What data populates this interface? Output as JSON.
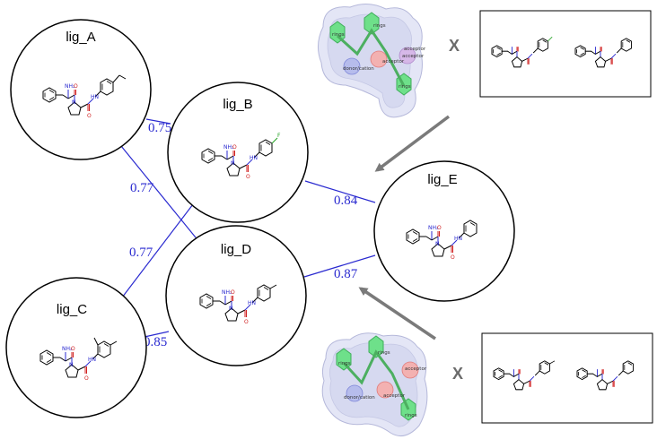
{
  "nodes": {
    "lig_A": {
      "label": "lig_A"
    },
    "lig_B": {
      "label": "lig_B"
    },
    "lig_C": {
      "label": "lig_C"
    },
    "lig_D": {
      "label": "lig_D"
    },
    "lig_E": {
      "label": "lig_E"
    }
  },
  "edges": [
    {
      "from": "lig_A",
      "to": "lig_B",
      "score": "0.75"
    },
    {
      "from": "lig_A",
      "to": "lig_D",
      "score": "0.77"
    },
    {
      "from": "lig_B",
      "to": "lig_C",
      "score": "0.77"
    },
    {
      "from": "lig_C",
      "to": "lig_D",
      "score": "0.85"
    },
    {
      "from": "lig_B",
      "to": "lig_E",
      "score": "0.84"
    },
    {
      "from": "lig_D",
      "to": "lig_E",
      "score": "0.87"
    }
  ],
  "atom_labels": {
    "amine": "NH₂",
    "amide_nh": "HN",
    "ring_n": "N",
    "oxygen": "O",
    "fluorine": "F"
  },
  "pharmacophore_top": {
    "labels": [
      "rings",
      "rings",
      "acceptor",
      "acceptor",
      "acceptor",
      "donor/cation",
      "rings"
    ],
    "operator": "X"
  },
  "pharmacophore_bottom": {
    "labels": [
      "rings",
      "rings",
      "acceptor",
      "acceptor",
      "donor/cation",
      "rings"
    ],
    "operator": "X"
  },
  "colors": {
    "edge": "#2a2ad0",
    "arrow": "#7a7a7a",
    "ring_feature": "#6ee08a",
    "acceptor_feature": "#f08a8a",
    "donor_feature": "#8a8af0",
    "highlight": "#8fc8f0",
    "nitrogen": "#2a2ad0",
    "oxygen": "#d02020",
    "fluorine": "#20a020"
  }
}
